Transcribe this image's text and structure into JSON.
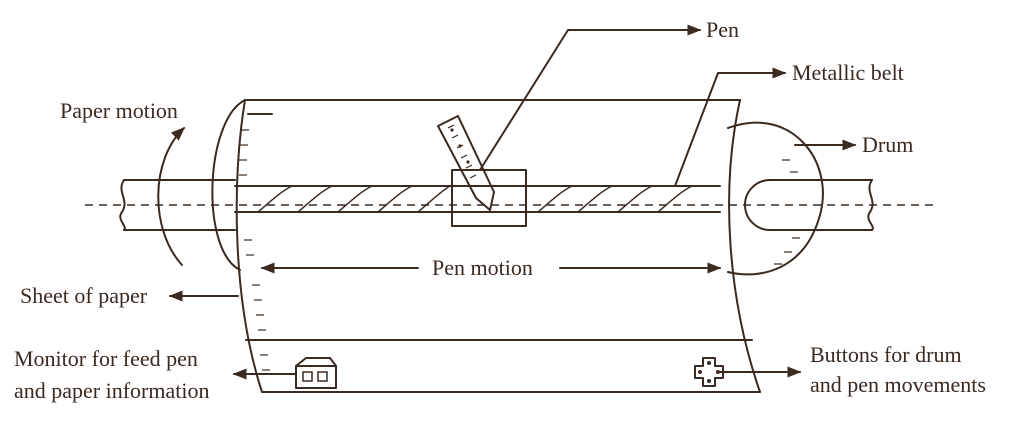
{
  "labels": {
    "pen": "Pen",
    "metallic_belt": "Metallic belt",
    "drum": "Drum",
    "paper_motion": "Paper motion",
    "pen_motion": "Pen motion",
    "sheet_of_paper": "Sheet of paper",
    "monitor_line1": "Monitor for feed pen",
    "monitor_line2": "and paper information",
    "buttons_line1": "Buttons for drum",
    "buttons_line2": "and pen movements"
  },
  "colors": {
    "ink": "#3a2a20",
    "background": "#ffffff"
  }
}
